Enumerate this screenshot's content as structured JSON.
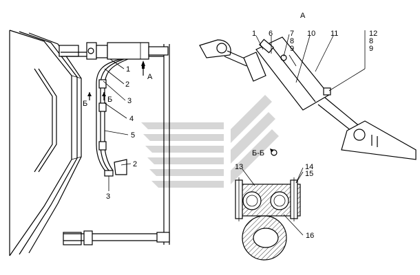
{
  "view_labels": {
    "view_a_title": "А",
    "section_title": "Б-Б",
    "arrow_a": "А",
    "cut_left": "Б",
    "cut_right": "Б"
  },
  "callouts_left": [
    "1",
    "2",
    "3",
    "4",
    "5",
    "2",
    "3"
  ],
  "callouts_view_a": [
    "1",
    "6",
    "7",
    "8",
    "9",
    "10",
    "11",
    "12",
    "8",
    "9"
  ],
  "callouts_section": [
    "13",
    "14",
    "15",
    "16"
  ],
  "colors": {
    "line": "#000000",
    "watermark": "#d6d6d6",
    "background": "#ffffff"
  }
}
